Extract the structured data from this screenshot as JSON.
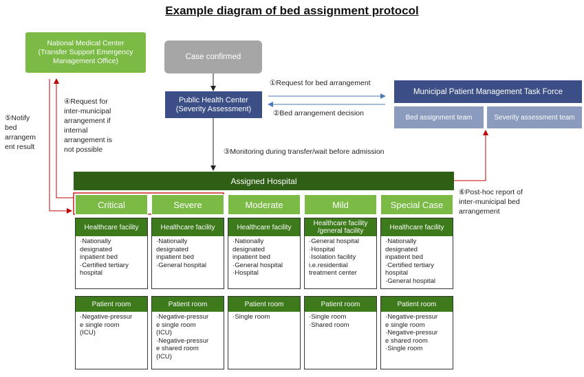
{
  "title": "Example diagram of bed assignment protocol",
  "nodes": {
    "national_center": "National Medical Center\n(Transfer Support Emergency\nManagement Office)",
    "case_confirmed": "Case confirmed",
    "public_health_center": "Public Health Center\n(Severity Assessment)",
    "task_force": "Municipal Patient Management Task Force",
    "bed_team": "Bed assignment team",
    "severity_team": "Severity assessment team",
    "assigned_hospital": "Assigned Hospital"
  },
  "labels": {
    "step1": "①Request for bed arrangement",
    "step2": "②Bed arrangement decision",
    "step3": "③Monitoring during transfer/wait before admission",
    "step4": "④Request for\ninter-municipal\narrangement  if\ninternal\narrangement is\nnot possible",
    "step5": "⑤Notify\nbed\narrangem\nent result",
    "step6": "⑥Post-hoc report of\ninter-municipal bed\narrangement"
  },
  "categories": [
    {
      "name": "Critical",
      "facility_header": "Healthcare facility",
      "facility_text": "·Nationally\ndesignated\ninpatient bed\n·Certified tertiary\nhospital",
      "room_header": "Patient room",
      "room_text": "·Negative-pressur\ne single room\n(ICU)"
    },
    {
      "name": "Severe",
      "facility_header": "Healthcare facility",
      "facility_text": "·Nationally\ndesignated\ninpatient bed\n·General hospital",
      "room_header": "Patient room",
      "room_text": "·Negative-pressur\ne single room\n(ICU)\n·Negative-pressur\ne shared room\n(ICU)"
    },
    {
      "name": "Moderate",
      "facility_header": "Healthcare facility",
      "facility_text": "·Nationally\ndesignated\ninpatient bed\n·General hospital\n·Hospital",
      "room_header": "Patient room",
      "room_text": "·Single room"
    },
    {
      "name": "Mild",
      "facility_header": "Healthcare facility\n/general facility",
      "facility_text": "·General hospital\n·Hospital\n·Isolation facility\ni.e.residential\ntreatment center",
      "room_header": "Patient room",
      "room_text": "·Single room\n·Shared room"
    },
    {
      "name": "Special Case",
      "facility_header": "Healthcare facility",
      "facility_text": "·Nationally\ndesignated\ninpatient bed\n·Certified tertiary\nhospital\n·General hospital",
      "room_header": "Patient room",
      "room_text": "·Negative-pressur\ne single room\n·Negative-pressur\ne shared room\n·Single room"
    }
  ],
  "colors": {
    "light_green": "#7aba45",
    "dark_green": "#2f5f15",
    "navy": "#3b4e86",
    "steel_blue": "#8a9bbd",
    "grey": "#a6a6a6",
    "red_arrow": "#c00000",
    "blue_arrow": "#4a7ab8"
  }
}
